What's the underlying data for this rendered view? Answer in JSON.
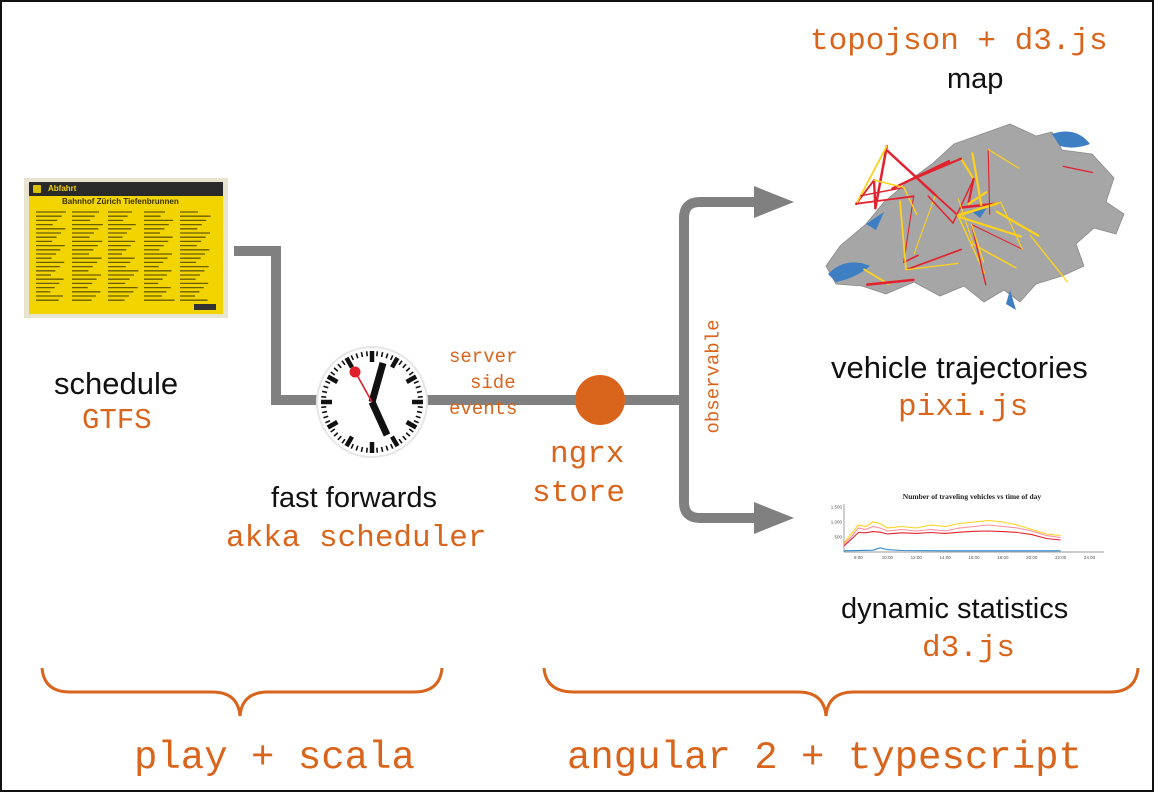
{
  "colors": {
    "accent": "#d9651c",
    "wire": "#808080",
    "text": "#111111",
    "panel_yellow": "#f2d400",
    "map_land": "#a6a6a6",
    "map_lakes": "#3e7fc4",
    "map_routes_red": "#e2222e",
    "map_routes_yellow": "#ffd21a"
  },
  "left": {
    "schedule_title": "schedule",
    "schedule_tech": "GTFS",
    "panel_heading": "Abfahrt",
    "panel_station": "Bahnhof Zürich Tiefenbrunnen",
    "clock_title": "fast forwards",
    "clock_tech": "akka scheduler"
  },
  "middle": {
    "sse_line1": "server",
    "sse_line2": "side",
    "sse_line3": "events",
    "store_line1": "ngrx",
    "store_line2": "store",
    "observable": "observable"
  },
  "right": {
    "map_tech": "topojson + d3.js",
    "map_title": "map",
    "traj_title": "vehicle trajectories",
    "traj_tech": "pixi.js",
    "stats_title": "dynamic statistics",
    "stats_tech": "d3.js"
  },
  "footer": {
    "left": "play + scala",
    "right": "angular 2 + typescript"
  },
  "chart_data": {
    "type": "line",
    "title": "Number of traveling vehicles vs time of day",
    "x_ticks": [
      "8:00",
      "10:00",
      "12:00",
      "14:00",
      "16:00",
      "18:00",
      "20:00",
      "22:00",
      "24:00"
    ],
    "y_ticks": [
      "500",
      "1,000",
      "1,500"
    ],
    "xlim": [
      7,
      25
    ],
    "ylim": [
      0,
      1600
    ],
    "series": [
      {
        "color": "#ffd21a",
        "x": [
          7,
          7.5,
          8,
          8.5,
          9,
          9.5,
          10,
          11,
          12,
          13,
          14,
          15,
          16,
          17,
          18,
          19,
          20,
          21,
          22
        ],
        "y": [
          300,
          600,
          900,
          850,
          1000,
          950,
          800,
          850,
          800,
          900,
          850,
          950,
          1000,
          1050,
          1000,
          900,
          750,
          600,
          550
        ]
      },
      {
        "color": "#ff8fa0",
        "x": [
          7,
          7.5,
          8,
          8.5,
          9,
          9.5,
          10,
          11,
          12,
          13,
          14,
          15,
          16,
          17,
          18,
          19,
          20,
          21,
          22
        ],
        "y": [
          250,
          500,
          800,
          750,
          850,
          800,
          700,
          750,
          700,
          750,
          700,
          800,
          850,
          900,
          850,
          800,
          700,
          550,
          480
        ]
      },
      {
        "color": "#e2222e",
        "x": [
          7,
          7.5,
          8,
          8.5,
          9,
          9.5,
          10,
          11,
          12,
          13,
          14,
          15,
          16,
          17,
          18,
          19,
          20,
          21,
          22
        ],
        "y": [
          200,
          420,
          650,
          640,
          680,
          660,
          600,
          640,
          620,
          650,
          620,
          660,
          690,
          700,
          680,
          650,
          580,
          450,
          400
        ]
      },
      {
        "color": "#2e8bd0",
        "x": [
          7,
          9,
          9.5,
          10,
          11,
          14,
          18,
          22
        ],
        "y": [
          40,
          60,
          140,
          80,
          50,
          40,
          40,
          40
        ]
      }
    ]
  }
}
